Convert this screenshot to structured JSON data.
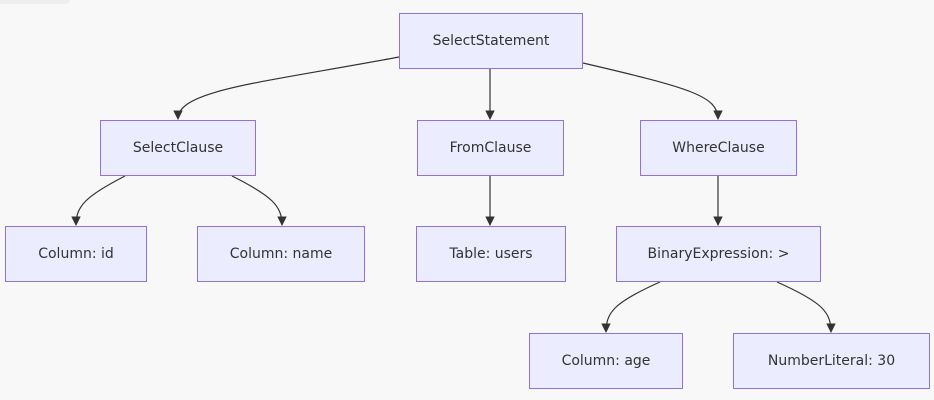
{
  "colors": {
    "background": "#f8f8f9",
    "node_fill": "#ececff",
    "node_border": "#9370db",
    "edge": "#333333",
    "text": "#333333"
  },
  "nodes": {
    "select_statement": "SelectStatement",
    "select_clause": "SelectClause",
    "from_clause": "FromClause",
    "where_clause": "WhereClause",
    "column_id": "Column: id",
    "column_name": "Column: name",
    "table_users": "Table: users",
    "binary_expression": "BinaryExpression: >",
    "column_age": "Column: age",
    "number_literal": "NumberLiteral: 30"
  },
  "edges": [
    [
      "select_statement",
      "select_clause"
    ],
    [
      "select_statement",
      "from_clause"
    ],
    [
      "select_statement",
      "where_clause"
    ],
    [
      "select_clause",
      "column_id"
    ],
    [
      "select_clause",
      "column_name"
    ],
    [
      "from_clause",
      "table_users"
    ],
    [
      "where_clause",
      "binary_expression"
    ],
    [
      "binary_expression",
      "column_age"
    ],
    [
      "binary_expression",
      "number_literal"
    ]
  ]
}
